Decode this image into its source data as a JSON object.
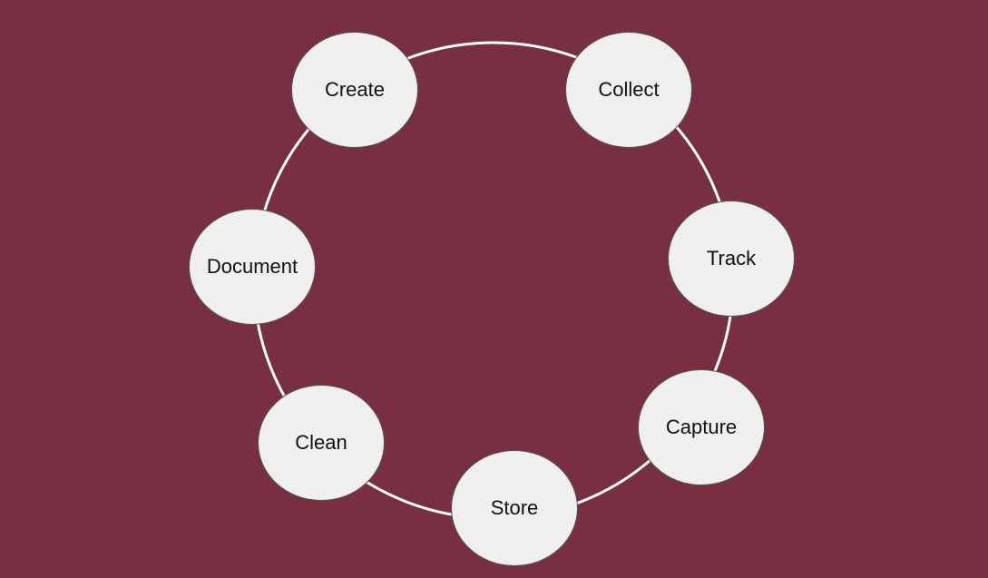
{
  "colors": {
    "background": "#782F41",
    "ring": "#FFFFFF",
    "node_fill": "#EFEFEF",
    "node_text": "#111111"
  },
  "cycle": {
    "nodes": [
      {
        "label": "Create"
      },
      {
        "label": "Collect"
      },
      {
        "label": "Track"
      },
      {
        "label": "Capture"
      },
      {
        "label": "Store"
      },
      {
        "label": "Clean"
      },
      {
        "label": "Document"
      }
    ]
  }
}
